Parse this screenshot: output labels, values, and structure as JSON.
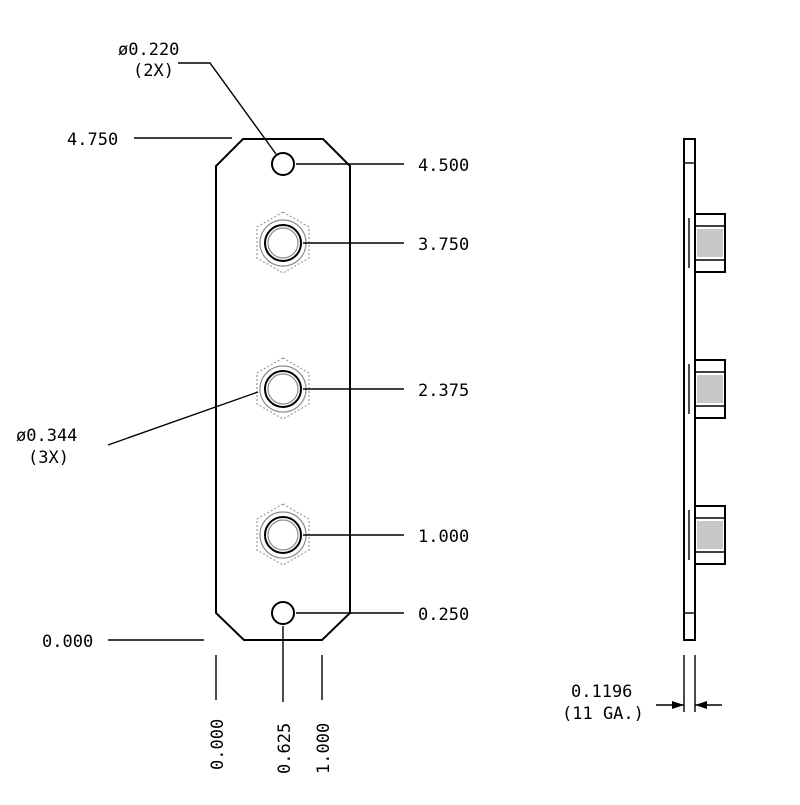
{
  "front_view": {
    "small_hole_diameter": "ø0.220",
    "small_hole_qty": "(2X)",
    "large_hole_diameter": "ø0.344",
    "large_hole_qty": "(3X)",
    "vertical_dims": {
      "top_edge": "4.750",
      "small_hole_top": "4.500",
      "nut_top": "3.750",
      "nut_middle": "2.375",
      "nut_bottom": "1.000",
      "small_hole_bottom": "0.250",
      "bottom_edge": "0.000"
    },
    "horizontal_dims": {
      "left_edge": "0.000",
      "hole_center": "0.625",
      "right_edge": "1.000"
    }
  },
  "side_view": {
    "thickness": "0.1196",
    "gauge": "(11 GA.)"
  }
}
